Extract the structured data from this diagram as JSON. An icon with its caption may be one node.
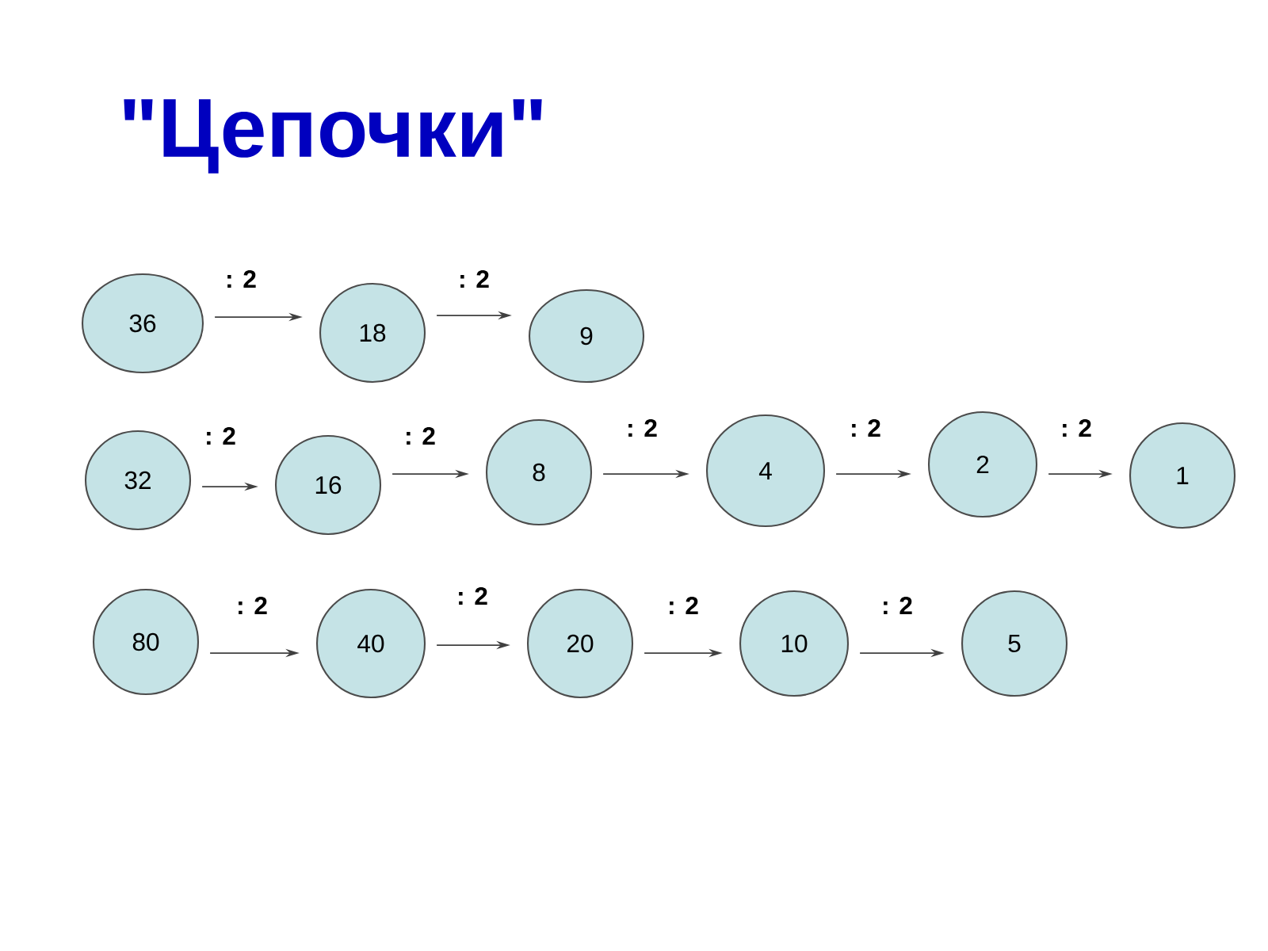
{
  "diagram": {
    "title": "\"Цепочки\"",
    "nodes": [
      {
        "text": [
          "36"
        ]
      },
      {
        "text": [
          "18"
        ]
      },
      {
        "text": [
          "9"
        ]
      },
      {
        "text": [
          "32"
        ]
      },
      {
        "text": [
          "16"
        ]
      },
      {
        "text": [
          "8"
        ]
      },
      {
        "text": [
          "4"
        ]
      },
      {
        "text": [
          "2"
        ]
      },
      {
        "text": [
          "1"
        ]
      },
      {
        "text": [
          "80"
        ]
      },
      {
        "text": [
          "40"
        ]
      },
      {
        "text": [
          "20"
        ]
      },
      {
        "text": [
          "10"
        ]
      },
      {
        "text": [
          "5"
        ]
      }
    ],
    "edges": [
      {
        "from": 0,
        "to": 1,
        "arrow": "to",
        "label": ": 2"
      },
      {
        "from": 1,
        "to": 2,
        "arrow": "to",
        "label": ": 2"
      },
      {
        "from": 3,
        "to": 4,
        "arrow": "to",
        "label": ": 2"
      },
      {
        "from": 4,
        "to": 5,
        "arrow": "to",
        "label": ": 2"
      },
      {
        "from": 5,
        "to": 6,
        "arrow": "to",
        "label": ": 2"
      },
      {
        "from": 6,
        "to": 7,
        "arrow": "to",
        "label": ": 2"
      },
      {
        "from": 7,
        "to": 8,
        "arrow": "to",
        "label": ": 2"
      },
      {
        "from": 9,
        "to": 10,
        "arrow": "to",
        "label": ": 2"
      },
      {
        "from": 10,
        "to": 11,
        "arrow": "to",
        "label": ": 2"
      },
      {
        "from": 11,
        "to": 12,
        "arrow": "to",
        "label": ": 2"
      },
      {
        "from": 12,
        "to": 13,
        "arrow": "to",
        "label": ": 2"
      }
    ]
  }
}
